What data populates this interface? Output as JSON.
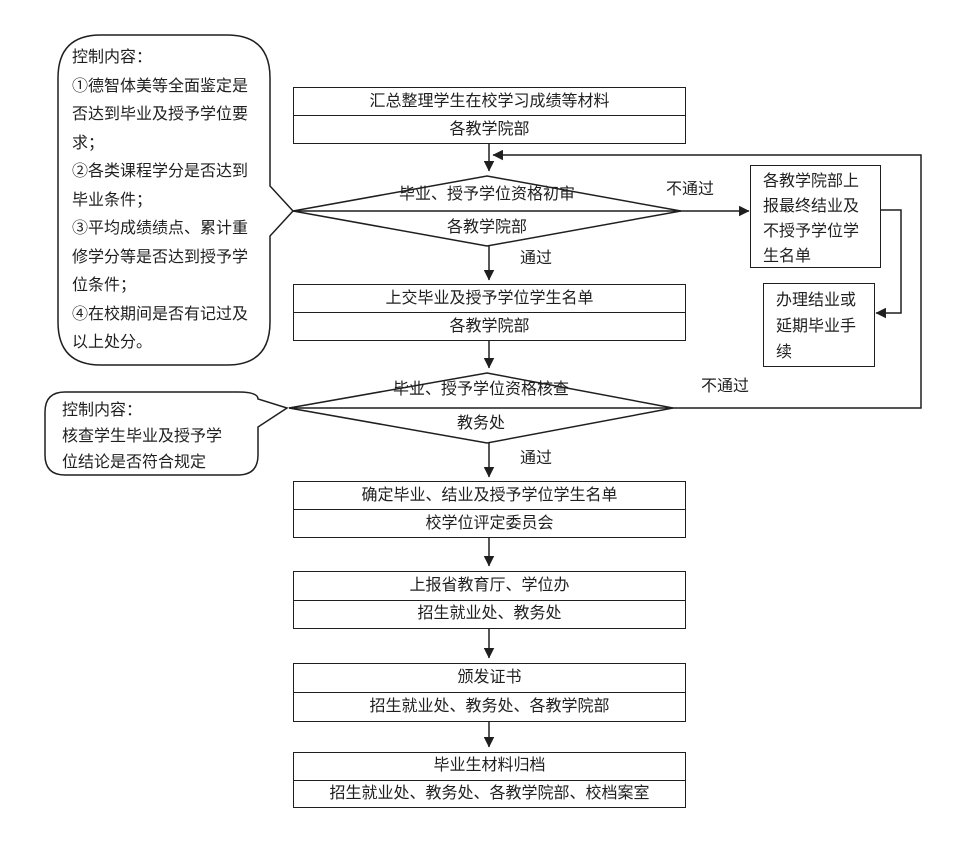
{
  "diagram": {
    "bg_color": "#ffffff",
    "line_color": "#1f1f1f",
    "text_color": "#1f1f1f"
  },
  "callouts": [
    {
      "text": "控制内容：\n①德智体美等全面鉴定是\n否达到毕业及授予学位要\n求；\n②各类课程学分是否达到\n毕业条件；\n③平均成绩绩点、累计重\n修学分等是否达到授予学\n位条件；\n④在校期间是否有记过及\n以上处分。"
    },
    {
      "text": "控制内容：\n核查学生毕业及授予学\n位结论是否符合规定"
    }
  ],
  "steps": [
    {
      "title": "汇总整理学生在校学习成绩等材料",
      "agency": "各教学院部"
    },
    {
      "title": "上交毕业及授予学位学生名单",
      "agency": "各教学院部"
    },
    {
      "title": "确定毕业、结业及授予学位学生名单",
      "agency": "校学位评定委员会"
    },
    {
      "title": "上报省教育厅、学位办",
      "agency": "招生就业处、教务处"
    },
    {
      "title": "颁发证书",
      "agency": "招生就业处、教务处、各教学院部"
    },
    {
      "title": "毕业生材料归档",
      "agency": "招生就业处、教务处、各教学院部、校档案室"
    }
  ],
  "decisions": [
    {
      "title": "毕业、授予学位资格初审",
      "agency": "各教学院部"
    },
    {
      "title": "毕业、授予学位资格核查",
      "agency": "教务处"
    }
  ],
  "side_steps": [
    {
      "text": "各教学院部上\n报最终结业及\n不授予学位学\n生名单"
    },
    {
      "text": "办理结业或\n延期毕业手\n续"
    }
  ],
  "labels": {
    "pass": "通过",
    "fail": "不通过"
  }
}
